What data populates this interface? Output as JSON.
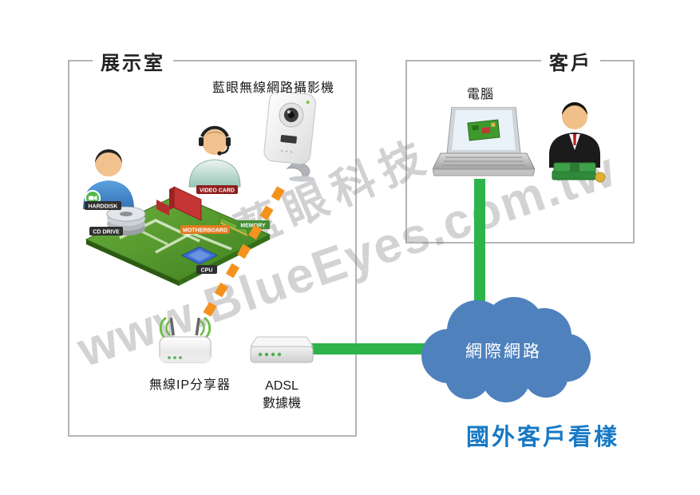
{
  "showroom": {
    "title": "展示室",
    "camera_label": "藍眼無線網路攝影機",
    "router_label": "無線IP分享器",
    "modem_label": [
      "ADSL",
      "數據機"
    ],
    "pc_parts": {
      "video_card": "VIDEO CARD",
      "harddisk": "HARDDISK",
      "cd_drive": "CD DRIVE",
      "motherboard": "MOTHERBOARD",
      "memory": "MEMORY",
      "cpu": "CPU"
    }
  },
  "customer": {
    "title": "客戶",
    "computer_label": "電腦"
  },
  "internet": {
    "label": "網際網路"
  },
  "caption": "國外客戶看樣",
  "watermark": {
    "brand": "藍眼科技",
    "url": "www.BlueEyes.com.tw"
  },
  "colors": {
    "green_link": "#2db34a",
    "cloud_blue": "#4f81bd",
    "caption_blue": "#1779c5",
    "orange_wireless": "#f5921e"
  }
}
